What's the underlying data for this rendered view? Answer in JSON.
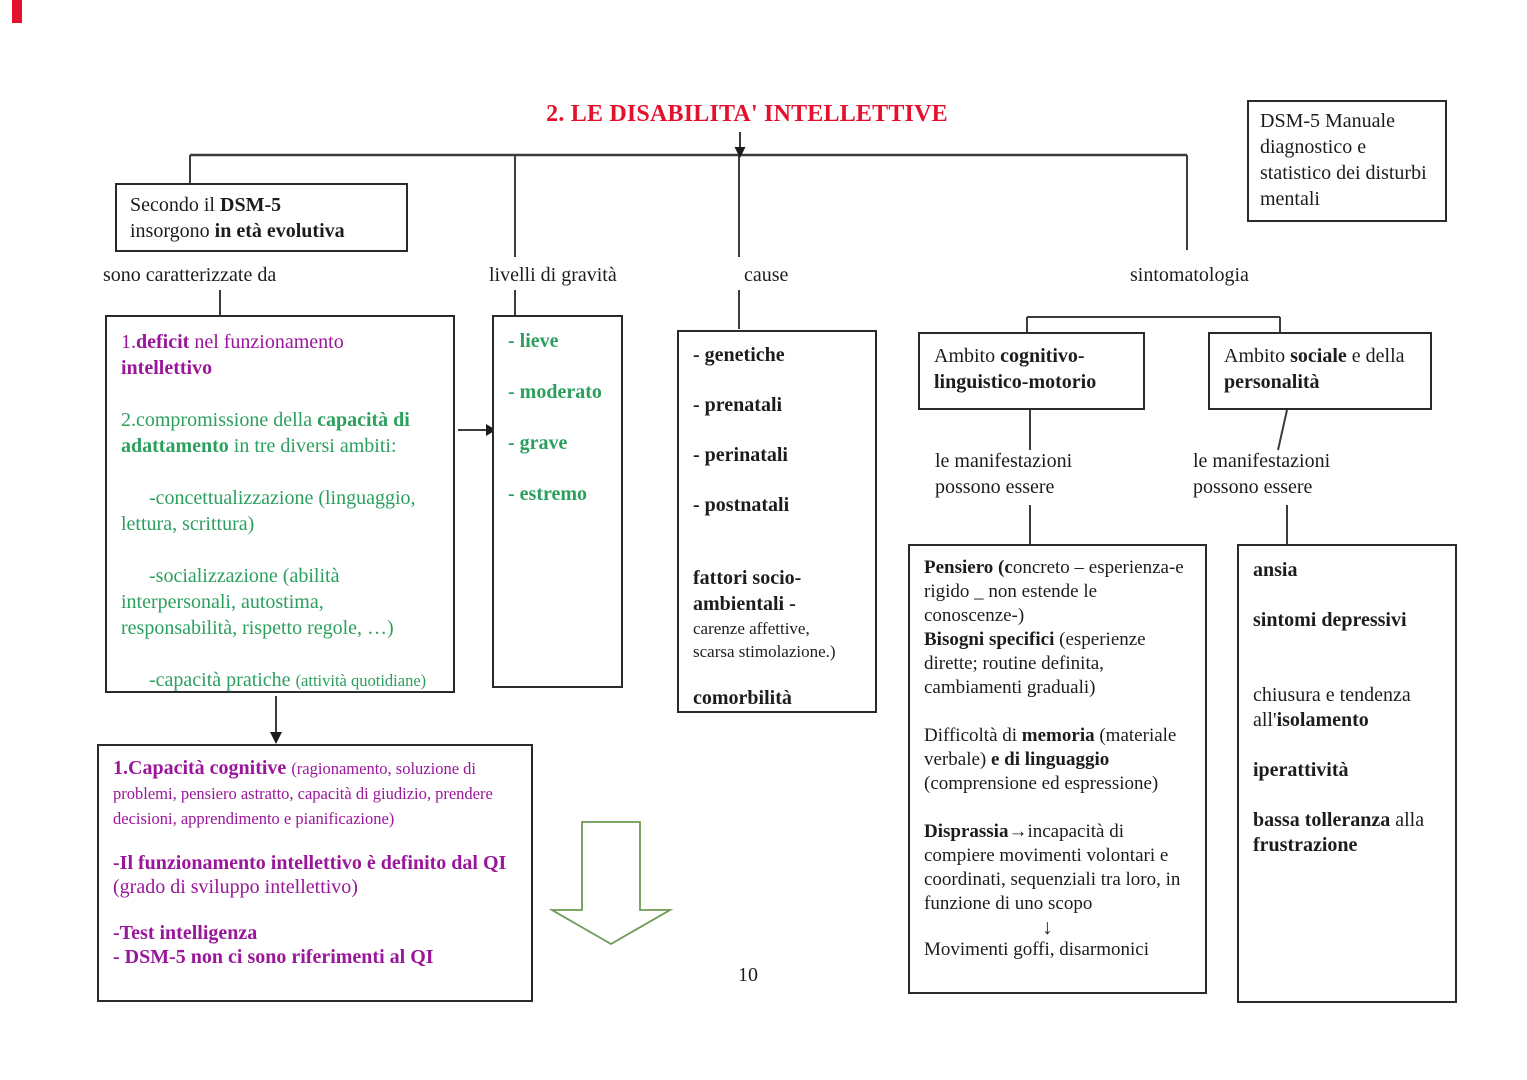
{
  "page": {
    "title": "2. LE DISABILITA' INTELLETTIVE",
    "page_number": "10"
  },
  "colors": {
    "title_red": "#e4112d",
    "purple": "#9a169a",
    "green_text": "#2b9f5e",
    "arrow_green": "#6d9b53",
    "line": "#3c3c3c"
  },
  "icons": {
    "down_arrow": "↓",
    "right_arrow": "→"
  },
  "reference_box": {
    "text": "DSM-5 Manuale diagnostico e statistico dei disturbi mentali"
  },
  "onset_box": {
    "pre1": "Secondo il ",
    "bold1": "DSM-5",
    "pre2": "insorgono ",
    "bold2": "in età evolutiva"
  },
  "branches": {
    "characterized": "sono caratterizzate da",
    "severity": "livelli di gravità",
    "causes": "cause",
    "symptoms": "sintomatologia"
  },
  "characteristics_box": {
    "item1": {
      "pre": "1.",
      "b1": "deficit",
      "mid": " nel funzionamento ",
      "b2": "intellettivo"
    },
    "item2": {
      "pre": "2.compromissione della ",
      "b1": "capacità di adattamento",
      "post": " in tre diversi ambiti:"
    },
    "item3": "-concettualizzazione (linguaggio, lettura, scrittura)",
    "item4": "-socializzazione (abilità interpersonali, autostima, responsabilità, rispetto regole, …)",
    "item5": {
      "main": "-capacità pratiche ",
      "small": "(attività quotidiane)"
    }
  },
  "severity_box": {
    "items": [
      "- lieve",
      "- moderato",
      "- grave",
      "- estremo"
    ]
  },
  "causes_box": {
    "items": [
      "- genetiche",
      "- prenatali",
      "- perinatali",
      "- postnatali"
    ],
    "factors_bold": "fattori socio-ambientali -",
    "factors_detail_line1": "carenze affettive,",
    "factors_detail_line2": "scarsa stimolazione.)",
    "comorbidity": "comorbilità"
  },
  "domain_cognitive_box": {
    "pre": "Ambito ",
    "bold": "cognitivo-linguistico-motorio"
  },
  "domain_social_box": {
    "pre": "Ambito ",
    "b1": "sociale",
    "mid": " e della ",
    "b2": "personalità"
  },
  "manifestations_left": "le manifestazioni possono essere",
  "manifestations_right": "le manifestazioni possono essere",
  "cognitive_symptoms_box": {
    "thought_bold": "Pensiero (c",
    "thought_rest": "oncreto – esperienza-e rigido _ non estende le conoscenze-)",
    "needs_bold": "Bisogni specifici",
    "needs_rest": " (esperienze dirette; routine definita, cambiamenti graduali)",
    "memory_pre": "Difficoltà di ",
    "memory_bold1": "memoria",
    "memory_mid": " (materiale verbale) ",
    "memory_bold2": "e di linguaggio",
    "memory_post": " (comprensione ed espressione)",
    "dyspraxia_bold": "Disprassia",
    "dyspraxia_rest": "incapacità di compiere movimenti volontari e coordinati, sequenziali tra loro, in funzione di uno scopo",
    "clumsy": "Movimenti goffi, disarmonici"
  },
  "social_symptoms_box": {
    "anxiety": "ansia",
    "depressive": "sintomi depressivi",
    "closure_pre": "chiusura e tendenza all'",
    "closure_bold": "isolamento",
    "hyperactivity": "iperattività",
    "tolerance_bold1": "bassa tolleranza",
    "tolerance_mid": " alla ",
    "tolerance_bold2": "frustrazione"
  },
  "iq_box": {
    "p1_bold": "1.Capacità cognitive ",
    "p1_small": "(ragionamento, soluzione di problemi, pensiero astratto, capacità di giudizio, prendere decisioni, apprendimento e pianificazione)",
    "p2_bold": "-Il funzionamento intellettivo è definito dal QI ",
    "p2_rest": "(grado di sviluppo intellettivo)",
    "p3": "-Test intelligenza",
    "p4": "- DSM-5 non ci sono riferimenti al QI"
  }
}
